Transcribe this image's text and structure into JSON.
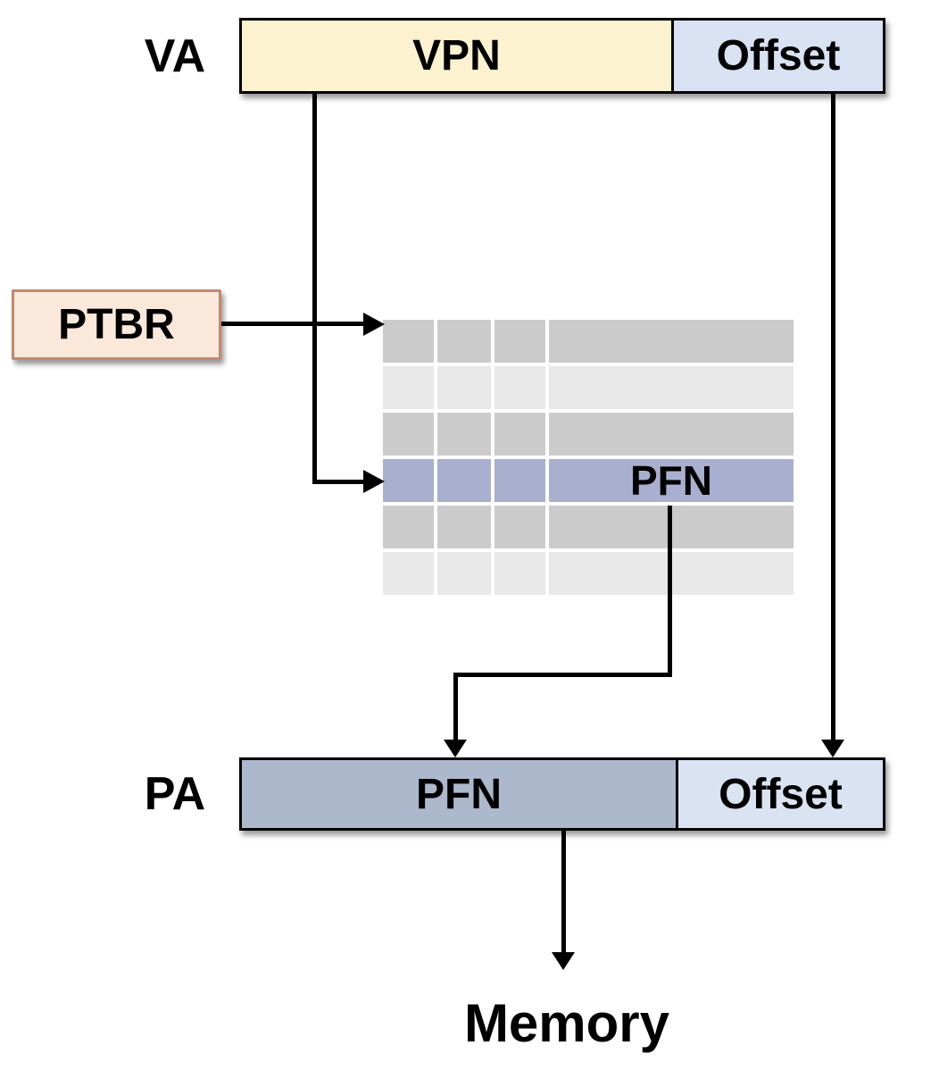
{
  "diagram": {
    "description": "Virtual-to-physical address translation via page table"
  },
  "labels": {
    "va": "VA",
    "vpn": "VPN",
    "va_offset": "Offset",
    "ptbr": "PTBR",
    "pa": "PA",
    "pa_pfn": "PFN",
    "pa_offset": "Offset",
    "memory": "Memory"
  },
  "page_table": {
    "rows": [
      {
        "shade": "dark"
      },
      {
        "shade": "light"
      },
      {
        "shade": "dark"
      },
      {
        "shade": "highlight",
        "label": "PFN"
      },
      {
        "shade": "dark"
      },
      {
        "shade": "light"
      }
    ]
  },
  "colors": {
    "vpn_fill": "#FCF2CF",
    "offset_fill": "#D9E2F2",
    "ptbr_fill": "#FAE8DB",
    "ptbr_border": "#C08A70",
    "row_dark": "#CBCBCB",
    "row_light": "#E8E8E8",
    "row_highlight": "#A9AFCF",
    "pa_pfn_fill": "#ACB8CB",
    "pa_offset_fill": "#DAE3F2",
    "line": "#000000"
  }
}
